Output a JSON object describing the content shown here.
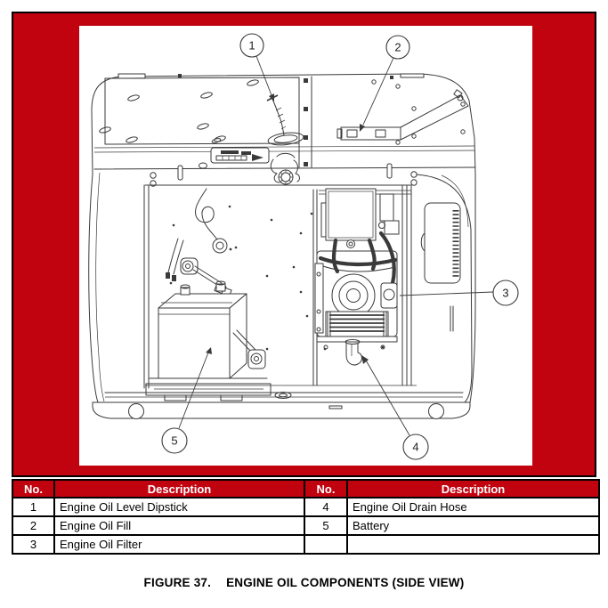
{
  "colors": {
    "accent_red": "#c10310",
    "line_art": "#3a3a3a"
  },
  "figure": {
    "callouts": [
      {
        "number": "1"
      },
      {
        "number": "2"
      },
      {
        "number": "3"
      },
      {
        "number": "4"
      },
      {
        "number": "5"
      }
    ]
  },
  "parts_table": {
    "headers": [
      "No.",
      "Description",
      "No.",
      "Description"
    ],
    "rows": [
      {
        "no_left": "1",
        "desc_left": "Engine Oil Level Dipstick",
        "no_right": "4",
        "desc_right": "Engine Oil Drain Hose"
      },
      {
        "no_left": "2",
        "desc_left": "Engine Oil Fill",
        "no_right": "5",
        "desc_right": "Battery"
      },
      {
        "no_left": "3",
        "desc_left": "Engine Oil Filter",
        "no_right": "",
        "desc_right": ""
      }
    ]
  },
  "caption": {
    "figure_label": "FIGURE 37.",
    "figure_title": "ENGINE OIL COMPONENTS (SIDE VIEW)"
  }
}
